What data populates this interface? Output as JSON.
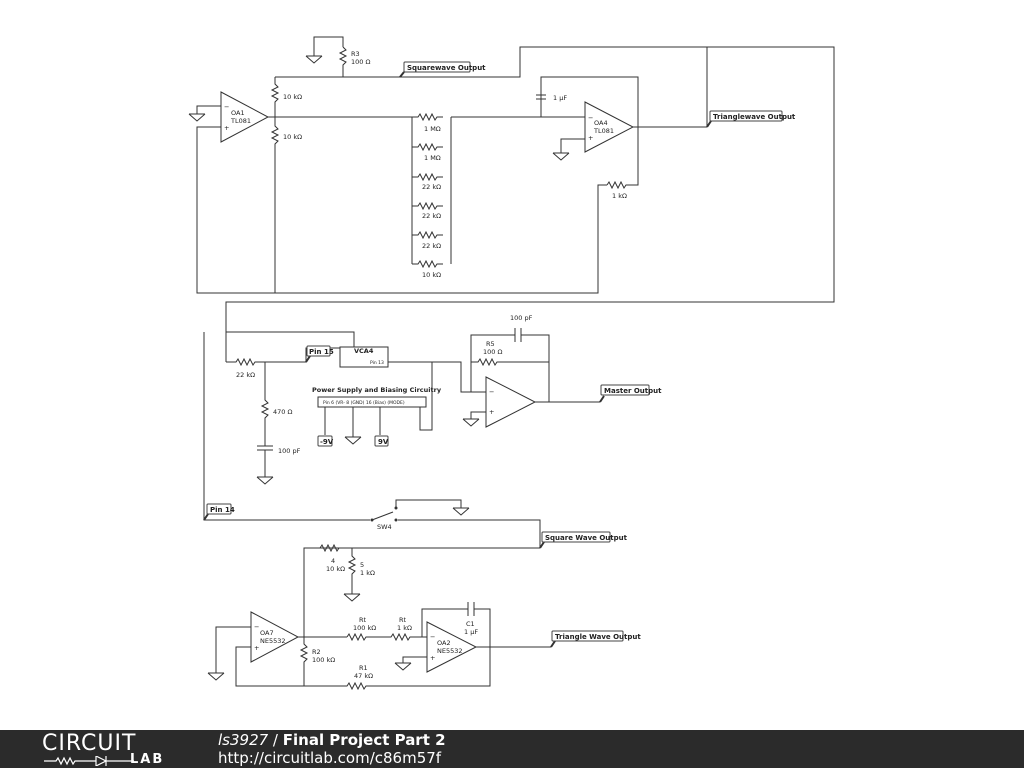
{
  "nets": {
    "squarewave_output": "Squarewave Output",
    "trianglewave_output": "Trianglewave Output",
    "master_output": "Master Output",
    "square_wave_output": "Square Wave Output",
    "triangle_wave_output": "Triangle Wave Output",
    "pin15": "Pin 15",
    "pin14": "Pin 14",
    "neg9v": "-9V",
    "pos9v": "9V"
  },
  "components": {
    "r3_name": "R3",
    "r3_value": "100 Ω",
    "oa1_name": "OA1",
    "oa1_part": "TL081",
    "oa4_name": "OA4",
    "oa4_part": "TL081",
    "r_top10k": "10 kΩ",
    "r_bot10k": "10 kΩ",
    "c_1uf": "1 µF",
    "ladder": [
      "1 MΩ",
      "1 MΩ",
      "22 kΩ",
      "22 kΩ",
      "22 kΩ",
      "10 kΩ"
    ],
    "r_1k": "1 kΩ",
    "vca_name": "VCA4",
    "vca_pin": "Pin 13",
    "psu_title": "Power Supply and Biasing Circuitry",
    "psu_pins": "Pin 6 (VR- 8 (GND) 16 (Bias) (MODE)",
    "r_22k": "22 kΩ",
    "r_470": "470 Ω",
    "c_100pf_left": "100 pF",
    "c_100pf_top": "100 pF",
    "r5_name": "R5",
    "r5_value": "100 Ω",
    "sw4": "SW4",
    "r4_name": "4",
    "r4_value": "10 kΩ",
    "r5b_name": "5",
    "r5b_value": "1 kΩ",
    "oa7_name": "OA7",
    "oa7_part": "NE5532",
    "r2_name": "R2",
    "r2_value": "100 kΩ",
    "rt1_name": "Rt",
    "rt1_value": "100 kΩ",
    "rt2_name": "Rt",
    "rt2_value": "1 kΩ",
    "c1_name": "C1",
    "c1_value": "1 µF",
    "oa2_name": "OA2",
    "oa2_part": "NE5532",
    "r1_name": "R1",
    "r1_value": "47 kΩ",
    "minus": "−",
    "plus": "+"
  },
  "footer": {
    "logo_top": "CIRCUIT",
    "logo_bottom": "LAB",
    "user": "ls3927",
    "separator": " / ",
    "project": "Final Project Part 2",
    "url": "http://circuitlab.com/c86m57f"
  }
}
